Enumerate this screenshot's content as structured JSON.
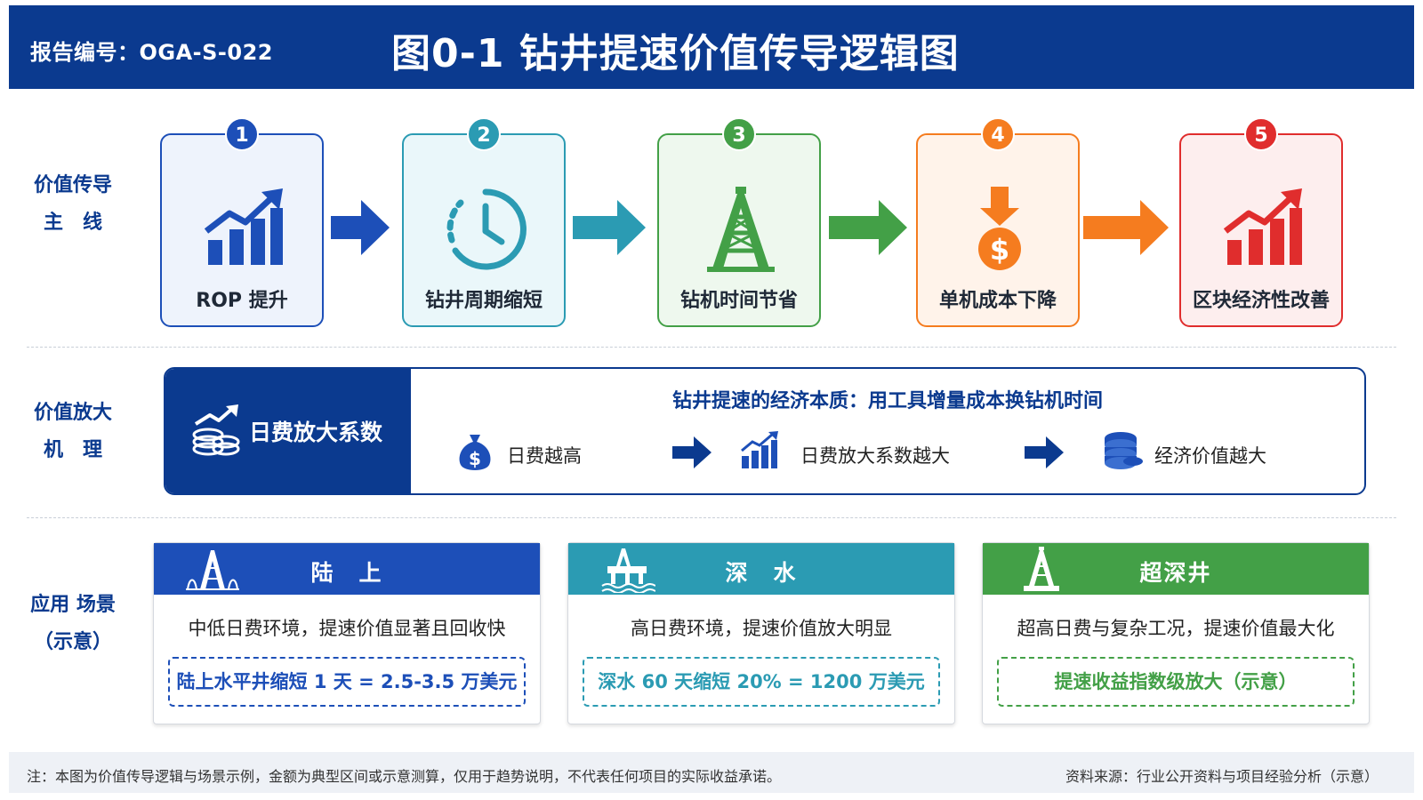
{
  "header": {
    "report_no": "报告编号：OGA-S-022",
    "title": "图0-1 钻井提速价值传导逻辑图"
  },
  "rows": {
    "flow_line1": "价值传导",
    "flow_line2": "主　线",
    "mech_line1": "价值放大",
    "mech_line2": "机　理",
    "scene_line1": "应用 场景",
    "scene_line2": "（示意）"
  },
  "flow": [
    {
      "num": "1",
      "label": "ROP 提升",
      "icon": "bar-chart-up-icon",
      "color": "#1d4fb8",
      "bg": "#eef3fc"
    },
    {
      "num": "2",
      "label": "钻井周期缩短",
      "icon": "clock-icon",
      "color": "#2b9bb3",
      "bg": "#eaf7fa"
    },
    {
      "num": "3",
      "label": "钻机时间节省",
      "icon": "drilling-rig-icon",
      "color": "#43a047",
      "bg": "#eef8ee"
    },
    {
      "num": "4",
      "label": "单机成本下降",
      "icon": "cost-down-icon",
      "color": "#f57c1f",
      "bg": "#fff3ea"
    },
    {
      "num": "5",
      "label": "区块经济性改善",
      "icon": "growth-chart-icon",
      "color": "#e02d2d",
      "bg": "#fdeeee"
    }
  ],
  "mechanism": {
    "left_label": "日费放大系数",
    "left_icon": "coins-growth-icon",
    "title": "钻井提速的经济本质：用工具增量成本换钻机时间",
    "items": [
      {
        "label": "日费越高",
        "icon": "money-bag-icon"
      },
      {
        "label": "日费放大系数越大",
        "icon": "bar-chart-up-icon"
      },
      {
        "label": "经济价值越大",
        "icon": "coin-stack-icon"
      }
    ]
  },
  "scenarios": [
    {
      "title": "陆　上",
      "icon": "onshore-rig-icon",
      "color": "#1d4fb8",
      "desc": "中低日费环境，提速价值显著且回收快",
      "value": "陆上水平井缩短 1 天 = 2.5-3.5 万美元"
    },
    {
      "title": "深　水",
      "icon": "offshore-platform-icon",
      "color": "#2b9bb3",
      "desc": "高日费环境，提速价值放大明显",
      "value": "深水 60 天缩短 20% = 1200 万美元"
    },
    {
      "title": "超深井",
      "icon": "deep-well-rig-icon",
      "color": "#43a047",
      "desc": "超高日费与复杂工况，提速价值最大化",
      "value": "提速收益指数级放大（示意）"
    }
  ],
  "footer": {
    "note": "注：本图为价值传导逻辑与场景示例，金额为典型区间或示意测算，仅用于趋势说明，不代表任何项目的实际收益承诺。",
    "source": "资料来源：行业公开资料与项目经验分析（示意）"
  }
}
